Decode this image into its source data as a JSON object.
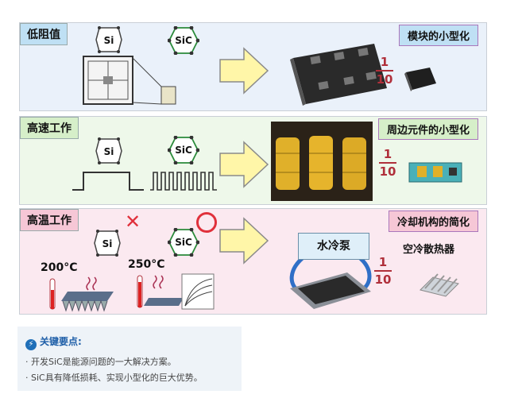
{
  "panels": [
    {
      "tag": "低阻值",
      "title": "模块的小型化",
      "fraction": {
        "num": "1",
        "den": "10"
      }
    },
    {
      "tag": "高速工作",
      "title": "周边元件的小型化",
      "fraction": {
        "num": "1",
        "den": "10"
      }
    },
    {
      "tag": "高温工作",
      "title": "冷却机构的简化",
      "fraction": {
        "num": "1",
        "den": "10"
      }
    }
  ],
  "labels": {
    "si": "Si",
    "sic": "SiC",
    "temp_si": "200°C",
    "temp_sic": "250°C",
    "pump": "水冷泵",
    "air": "空冷散热器"
  },
  "key_points": {
    "title": "关键要点:",
    "items": [
      "· 开发SiC是能源问题的一大解决方案。",
      "· SiC具有降低损耗、实现小型化的巨大优势。"
    ]
  },
  "colors": {
    "accent": "#b0303b",
    "arrow_fill": "#fff6a8",
    "arrow_stroke": "#8a8a8a"
  }
}
